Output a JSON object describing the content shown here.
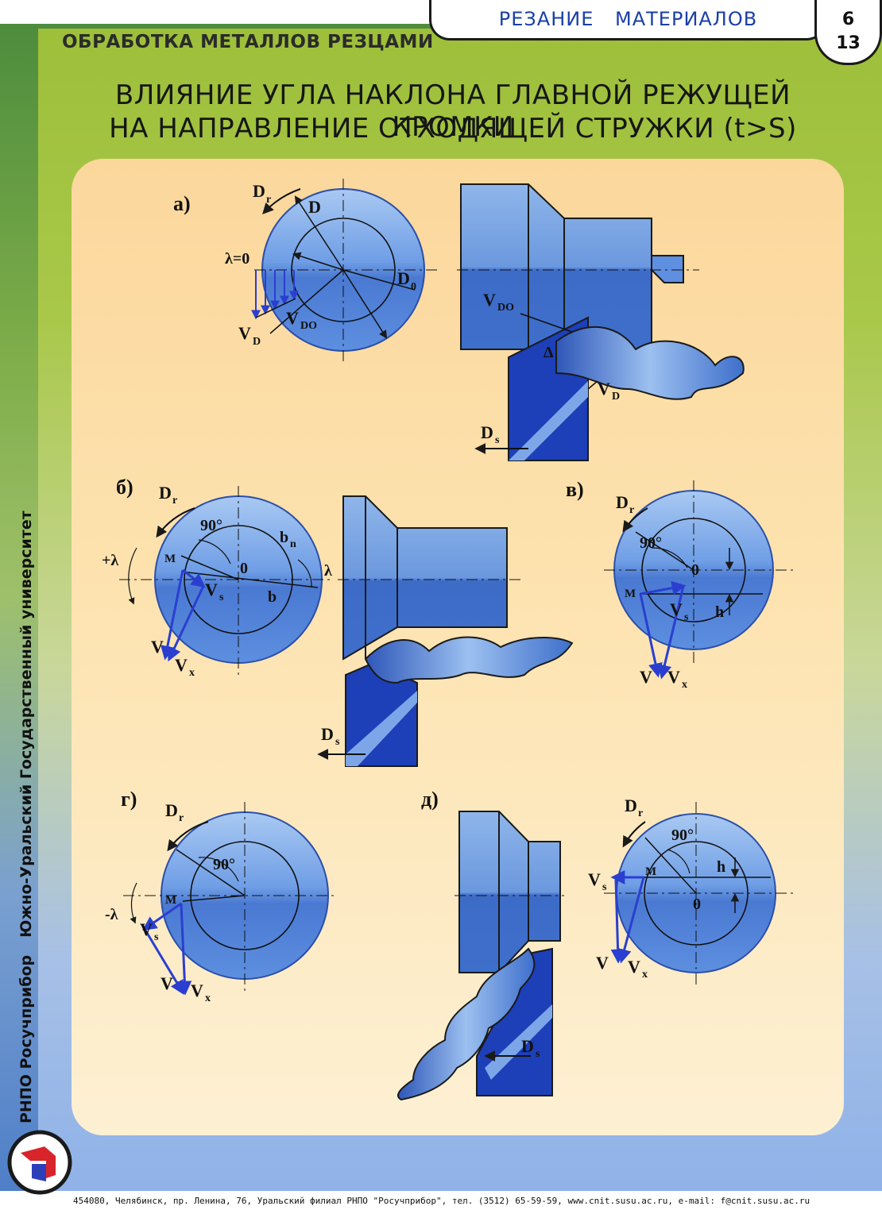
{
  "header": {
    "left_title": "ОБРАБОТКА МЕТАЛЛОВ РЕЗЦАМИ",
    "tab_title": "РЕЗАНИЕ МАТЕРИАЛОВ",
    "page_current": "6",
    "page_total": "13"
  },
  "title": {
    "line1": "ВЛИЯНИЕ УГЛА НАКЛОНА ГЛАВНОЙ РЕЖУЩЕЙ КРОМКИ",
    "line2": "НА НАПРАВЛЕНИЕ ОТХОДЯЩЕЙ СТРУЖКИ (t>S)"
  },
  "sidebar": {
    "org": "РНПО Росучприбор",
    "university": "Южно-Уральский Государственный университет"
  },
  "figures": {
    "a": {
      "label": "а)",
      "Dr": "D",
      "Dr_sub": "r",
      "D": "D",
      "lambda": "λ=0",
      "D0": "D",
      "D0_sub": "0",
      "VD": "V",
      "VD_sub": "D",
      "VDO": "V",
      "VDO_sub": "DO",
      "VDO_right": "V",
      "VDO_right_sub": "DO",
      "delta": "Δ",
      "VD_right": "V",
      "VD_right_sub": "D",
      "Ds": "D",
      "Ds_sub": "s"
    },
    "b": {
      "label": "б)",
      "Dr": "D",
      "Dr_sub": "r",
      "angle": "90°",
      "plus_lambda": "+λ",
      "M": "M",
      "zero": "0",
      "bn": "b",
      "bn_sub": "n",
      "lambda": "λ",
      "Vs": "V",
      "Vs_sub": "s",
      "b": "b",
      "V": "V",
      "Vx": "V",
      "Vx_sub": "x",
      "Ds": "D",
      "Ds_sub": "s"
    },
    "v": {
      "label": "в)",
      "Dr": "D",
      "Dr_sub": "r",
      "angle": "90°",
      "zero": "0",
      "M": "M",
      "Vs": "V",
      "Vs_sub": "s",
      "h": "h",
      "V": "V",
      "Vx": "V",
      "Vx_sub": "x"
    },
    "g": {
      "label": "г)",
      "Dr": "D",
      "Dr_sub": "r",
      "angle": "90°",
      "minus_lambda": "-λ",
      "M": "M",
      "Vs": "V",
      "Vs_sub": "s",
      "V": "V",
      "Vx": "V",
      "Vx_sub": "x"
    },
    "d": {
      "label": "д)",
      "Ds": "D",
      "Ds_sub": "s",
      "Dr": "D",
      "Dr_sub": "r",
      "angle": "90°",
      "h": "h",
      "Vs": "V",
      "Vs_sub": "s",
      "M": "M",
      "zero": "0",
      "V": "V",
      "Vx": "V",
      "Vx_sub": "x"
    }
  },
  "footer": "454080, Челябинск, пр. Ленина, 76, Уральский филиал РНПО \"Росучприбор\", тел. (3512) 65-59-59, www.cnit.susu.ac.ru,  e-mail: f@cnit.susu.ac.ru",
  "colors": {
    "blue_light": "#8fb6ea",
    "blue_mid": "#4f86d8",
    "blue_dark": "#1f3fb8",
    "arrow_blue": "#2a3fd0",
    "panel": "#fde3b0"
  }
}
